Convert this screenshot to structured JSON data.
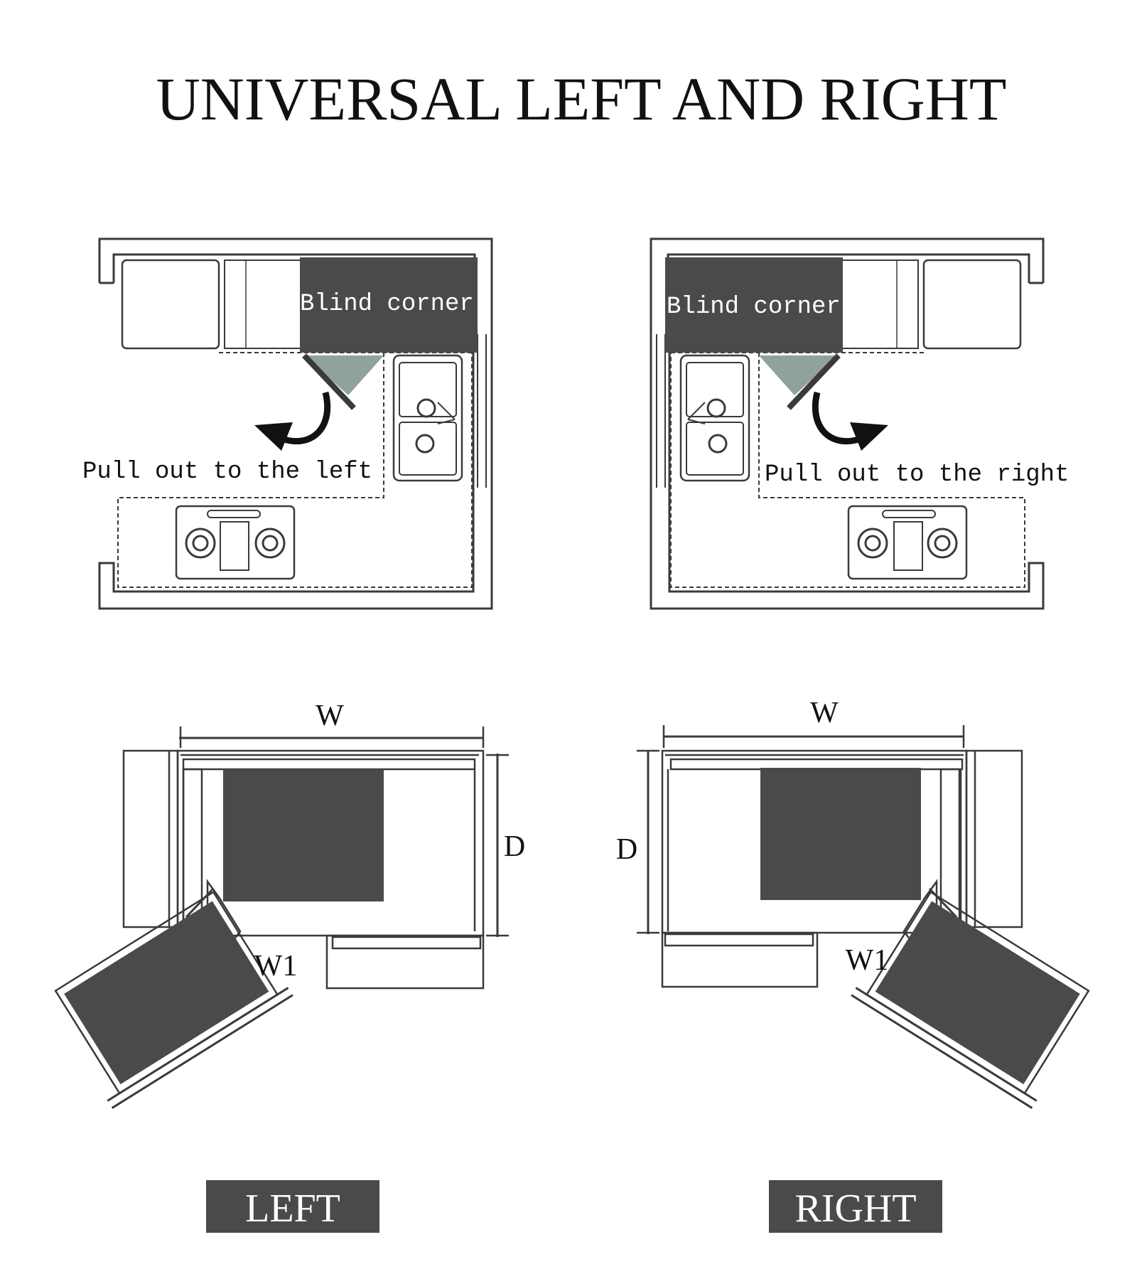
{
  "title": "UNIVERSAL LEFT AND RIGHT",
  "left_plan": {
    "blind_corner_label": "Blind corner",
    "pull_out_label": "Pull out to the left"
  },
  "right_plan": {
    "blind_corner_label": "Blind corner",
    "pull_out_label": "Pull out to the right"
  },
  "left_detail": {
    "width_label": "W",
    "depth_label": "D",
    "w1_label": "W1",
    "badge": "LEFT"
  },
  "right_detail": {
    "width_label": "W",
    "depth_label": "D",
    "w1_label": "W1",
    "badge": "RIGHT"
  },
  "colors": {
    "dark_fill": "#4a4a4a",
    "line": "#3a3a3a",
    "door_glass": "#8fa39b",
    "badge_text": "#ffffff"
  }
}
